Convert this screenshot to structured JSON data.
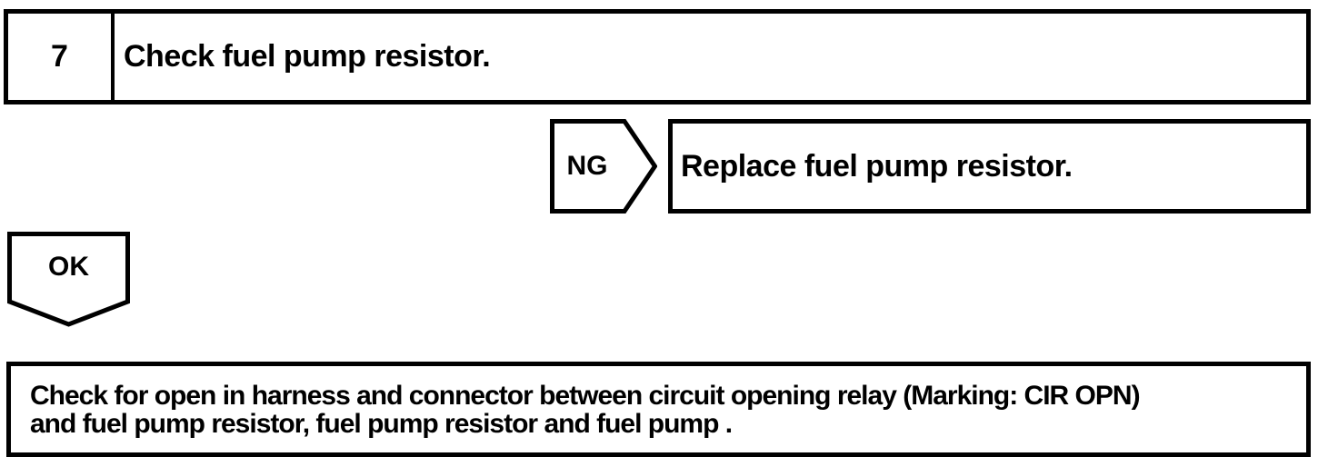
{
  "step": {
    "number": "7",
    "title": "Check fuel pump resistor."
  },
  "ng": {
    "label": "NG",
    "action": "Replace fuel pump resistor."
  },
  "ok": {
    "label": "OK"
  },
  "final": {
    "lines": [
      "Check for open in harness and connector between circuit opening relay (Marking: CIR OPN)",
      "and fuel pump resistor, fuel pump resistor and fuel pump ."
    ]
  },
  "colors": {
    "ink": "#000000",
    "background": "#ffffff"
  }
}
